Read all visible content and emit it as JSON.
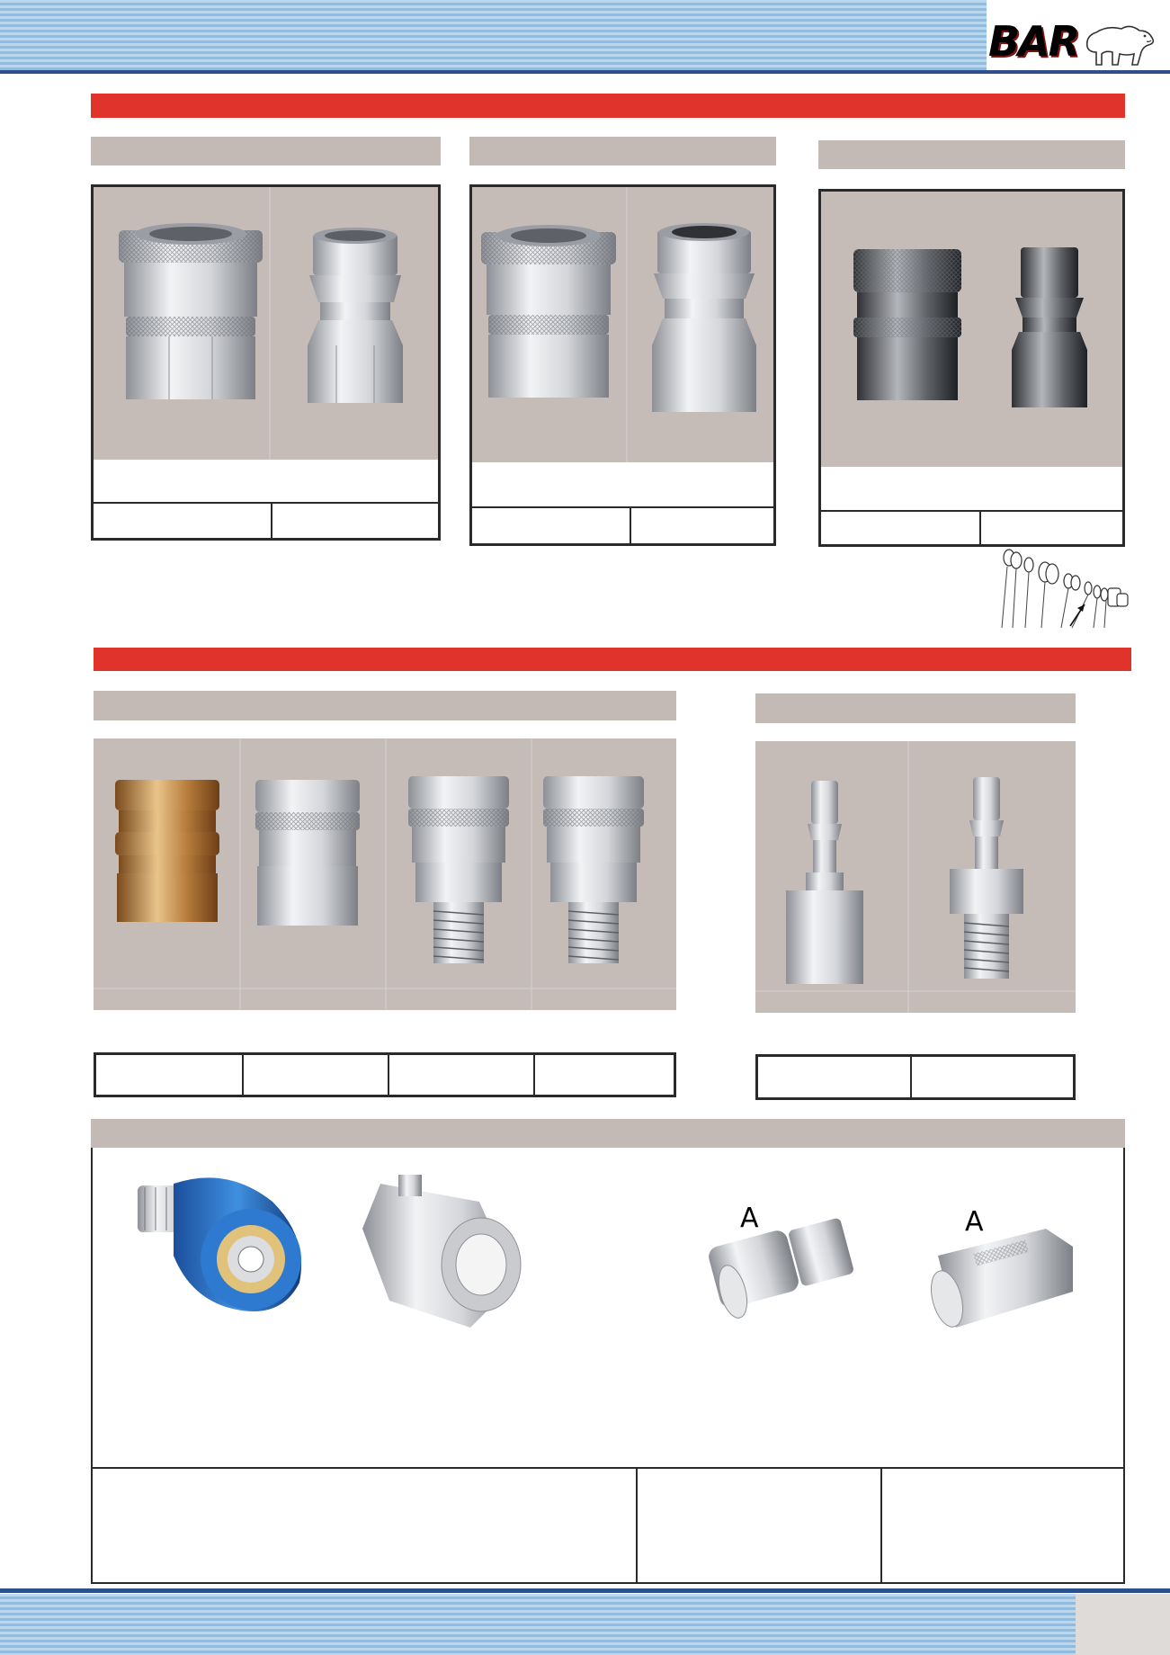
{
  "brand": {
    "logo_text": "BAR",
    "accent_color": "#e0332b",
    "navy_color": "#2d4f8c"
  },
  "section_4": {
    "part_label_a": "A",
    "part_label_b": "A"
  },
  "icons": [
    "polar-bear-icon",
    "female-coupler",
    "male-nipple",
    "blue-swivel-coupler",
    "screw-coupler",
    "exploded-parts-diagram"
  ]
}
